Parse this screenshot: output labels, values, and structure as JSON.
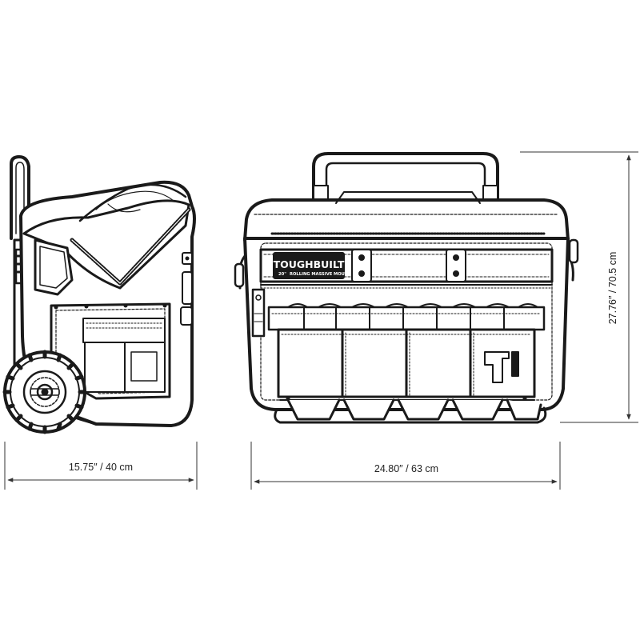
{
  "product": {
    "brand": "TOUGHBUILT",
    "subtitle_size": "20\"",
    "subtitle_name": "ROLLING MASSIVE MOUTH"
  },
  "dimensions": {
    "side_width": "15.75″ / 40 cm",
    "front_width": "24.80″ / 63 cm",
    "height": "27.76″ / 70.5 cm"
  },
  "colors": {
    "ink": "#1a1a1a",
    "panel": "#ffffff",
    "dim_line": "#333333"
  }
}
